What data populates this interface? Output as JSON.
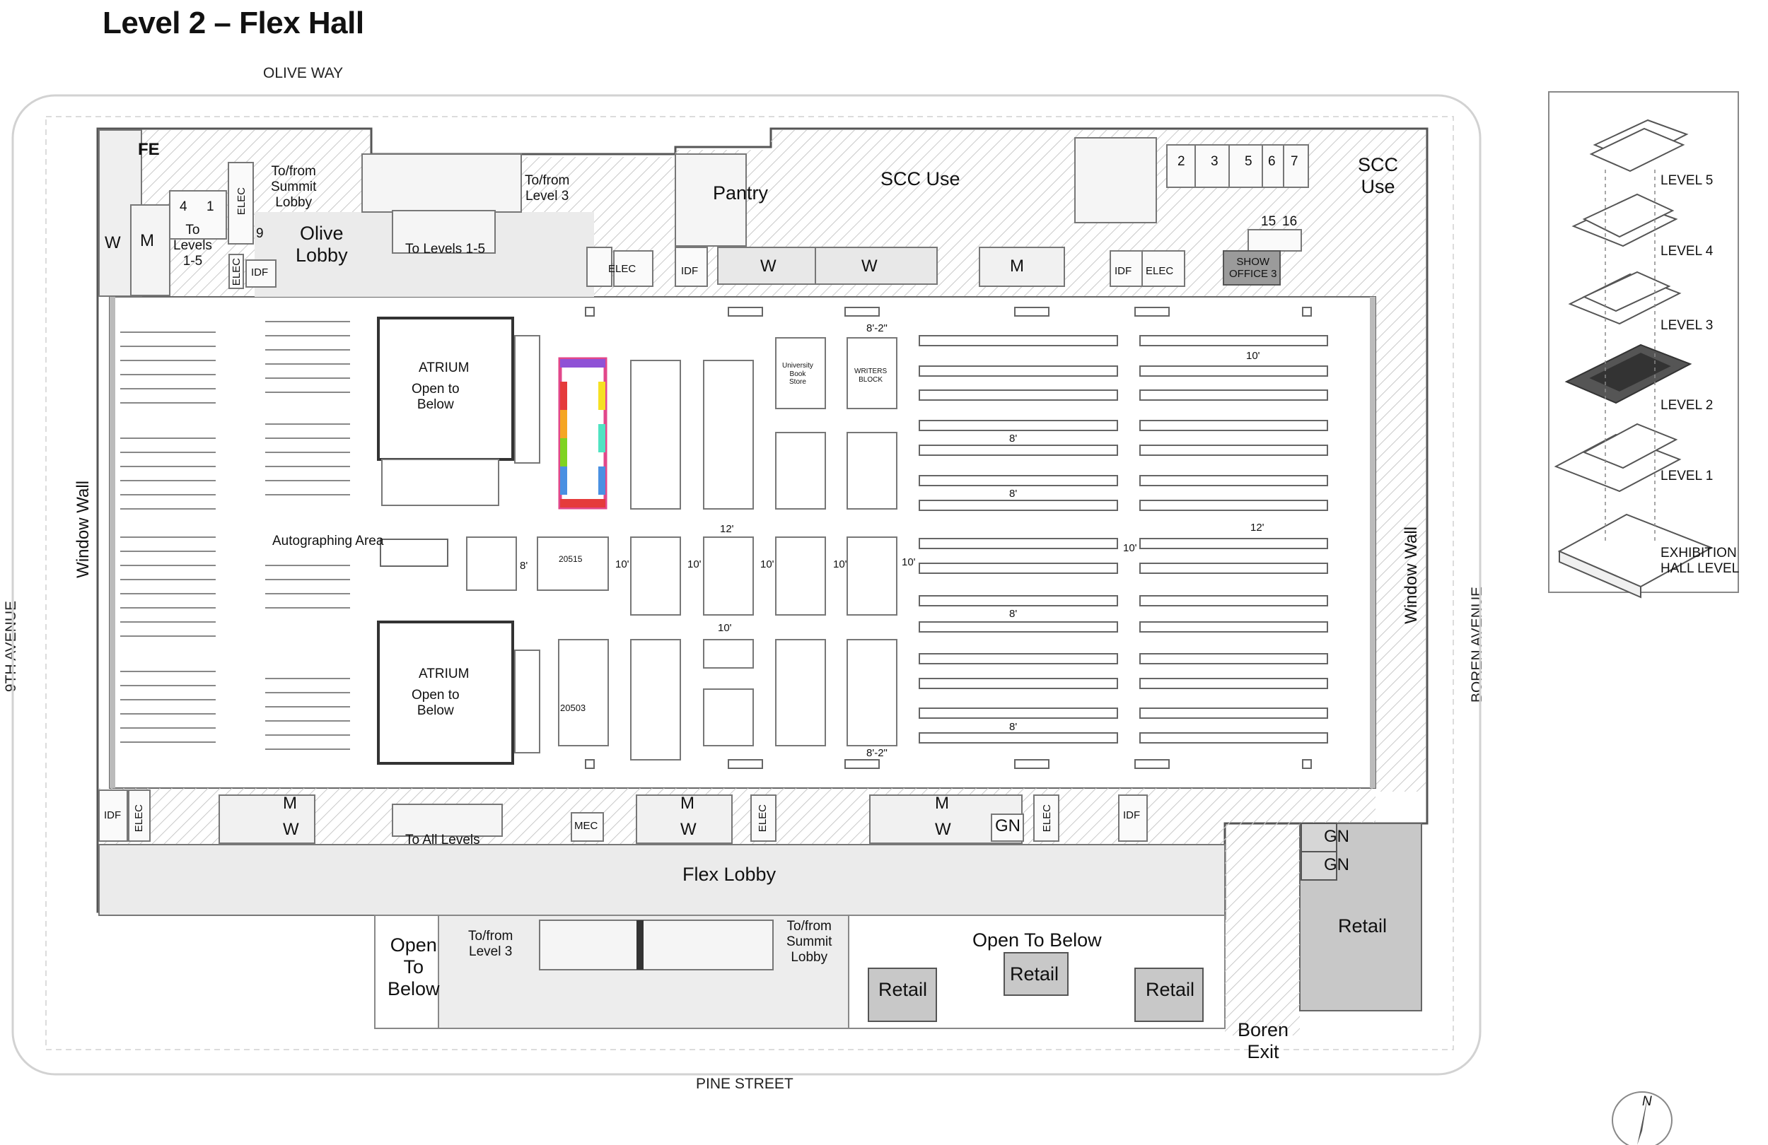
{
  "title": "Level 2 – Flex Hall",
  "streets": {
    "north": "OLIVE WAY",
    "south": "PINE STREET",
    "west": "9TH AVENUE",
    "east": "BOREN AVENUE"
  },
  "top_service": {
    "fe": "FE",
    "w": "W",
    "m": "M",
    "elev4": "4",
    "elev1": "1",
    "elec_v": "ELEC",
    "nine": "9",
    "to_levels": "To\nLevels\n1-5",
    "elec2": "ELEC",
    "idf": "IDF",
    "summit": "To/from\nSummit\nLobby",
    "olive_lobby": "Olive\nLobby",
    "to_levels_15": "To Levels 1-5",
    "to_level3": "To/from\nLevel 3",
    "elec3": "ELEC",
    "idf2": "IDF",
    "pantry": "Pantry",
    "w2": "W",
    "w3": "W",
    "scc_use": "SCC Use",
    "m2": "M",
    "idf3": "IDF",
    "elec4": "ELEC",
    "rooms": [
      "2",
      "3",
      "5",
      "6",
      "7"
    ],
    "r15": "15",
    "r16": "16",
    "show_office": "SHOW\nOFFICE 3",
    "scc_use2": "SCC\nUse"
  },
  "hall": {
    "window_wall_w": "Window Wall",
    "window_wall_e": "Window Wall",
    "atrium1": "ATRIUM",
    "atrium1_sub": "Open to\nBelow",
    "atrium2": "ATRIUM",
    "atrium2_sub": "Open to\nBelow",
    "autograph": "Autographing Area",
    "dims": [
      "8'-2\"",
      "8'-2\"",
      "10'",
      "10'",
      "12'",
      "12'",
      "8'",
      "10'",
      "10'",
      "10'",
      "10'",
      "10'",
      "10'",
      "8'",
      "8'",
      "8'",
      "8'"
    ],
    "booth_labels": [
      "University\nBook\nStore",
      "WRITERS\nBLOCK"
    ],
    "booth_ids": [
      "20515",
      "20503"
    ]
  },
  "bottom_service": {
    "idf": "IDF",
    "elec": "ELEC",
    "m": "M",
    "w": "W",
    "to_all": "To All Levels",
    "mec": "MEC",
    "m2": "M",
    "w2": "W",
    "elec2": "ELEC",
    "m3": "M",
    "w3": "W",
    "gn": "GN",
    "elec3": "ELEC",
    "idf2": "IDF",
    "gn2": "GN",
    "gn3": "GN"
  },
  "south": {
    "flex_lobby": "Flex Lobby",
    "open_below1": "Open\nTo\nBelow",
    "to_level3": "To/from\nLevel 3",
    "summit": "To/from\nSummit\nLobby",
    "open_below2": "Open To Below",
    "retail1": "Retail",
    "retail2": "Retail",
    "retail3": "Retail",
    "retail_big": "Retail",
    "boren_exit": "Boren\nExit"
  },
  "key_map": {
    "levels": [
      "LEVEL 5",
      "LEVEL 4",
      "LEVEL 3",
      "LEVEL 2",
      "LEVEL 1",
      "EXHIBITION\nHALL LEVEL"
    ],
    "current": "LEVEL 2"
  },
  "compass": {
    "north": "N"
  }
}
